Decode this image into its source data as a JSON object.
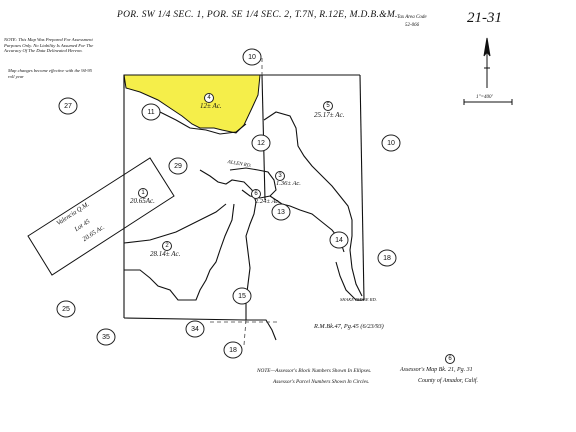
{
  "header": {
    "title": "POR. SW 1/4 SEC. 1, POR. SE 1/4 SEC. 2, T.7N, R.12E, M.D.B.&M.",
    "tax_area_label": "Tax Area Code",
    "tax_area_code": "52-066",
    "map_number": "21-31"
  },
  "notes": {
    "disclaimer": "NOTE: This Map Was Prepared For Assessment Purposes Only. No Liability Is Assumed For The Accuracy Of The Data Delineated Hereon.",
    "effective": "Map changes become effective with the 94-95 roll year"
  },
  "scale": {
    "label": "1\"=400'"
  },
  "parcels": [
    {
      "id": "4",
      "acreage": "12± Ac."
    },
    {
      "id": "5",
      "acreage": "25.17± Ac."
    },
    {
      "id": "3",
      "acreage": "1.36± Ac."
    },
    {
      "id": "6",
      "acreage": "2.24± Ac."
    },
    {
      "id": "1",
      "acreage": "20.65Ac."
    },
    {
      "id": "2",
      "acreage": "28.14± Ac."
    }
  ],
  "blocks": [
    "10",
    "27",
    "11",
    "12",
    "10",
    "29",
    "13",
    "14",
    "18",
    "25",
    "15",
    "34",
    "35",
    "18"
  ],
  "labels": {
    "valencia_name": "Valencia Q.M.",
    "valencia_lot": "Lot 45",
    "valencia_acreage": "20.65 Ac.",
    "road_upper": "ALLEN RD.",
    "bridge_road": "SHAKE RIDGE RD.",
    "rm_ref": "R.M.Bk.47, Pg.45 (6/23/93)"
  },
  "footer": {
    "note1": "NOTE—Assessor's Block Numbers Shown In Ellipses.",
    "note2": "Assessor's Parcel Numbers Shown In Circles.",
    "page_circle": "6",
    "map_ref": "Assessor's Map Bk. 21, Pg. 31",
    "county": "County of Amador, Calif."
  },
  "colors": {
    "highlight": "#f5ee4a",
    "ink": "#111111"
  }
}
